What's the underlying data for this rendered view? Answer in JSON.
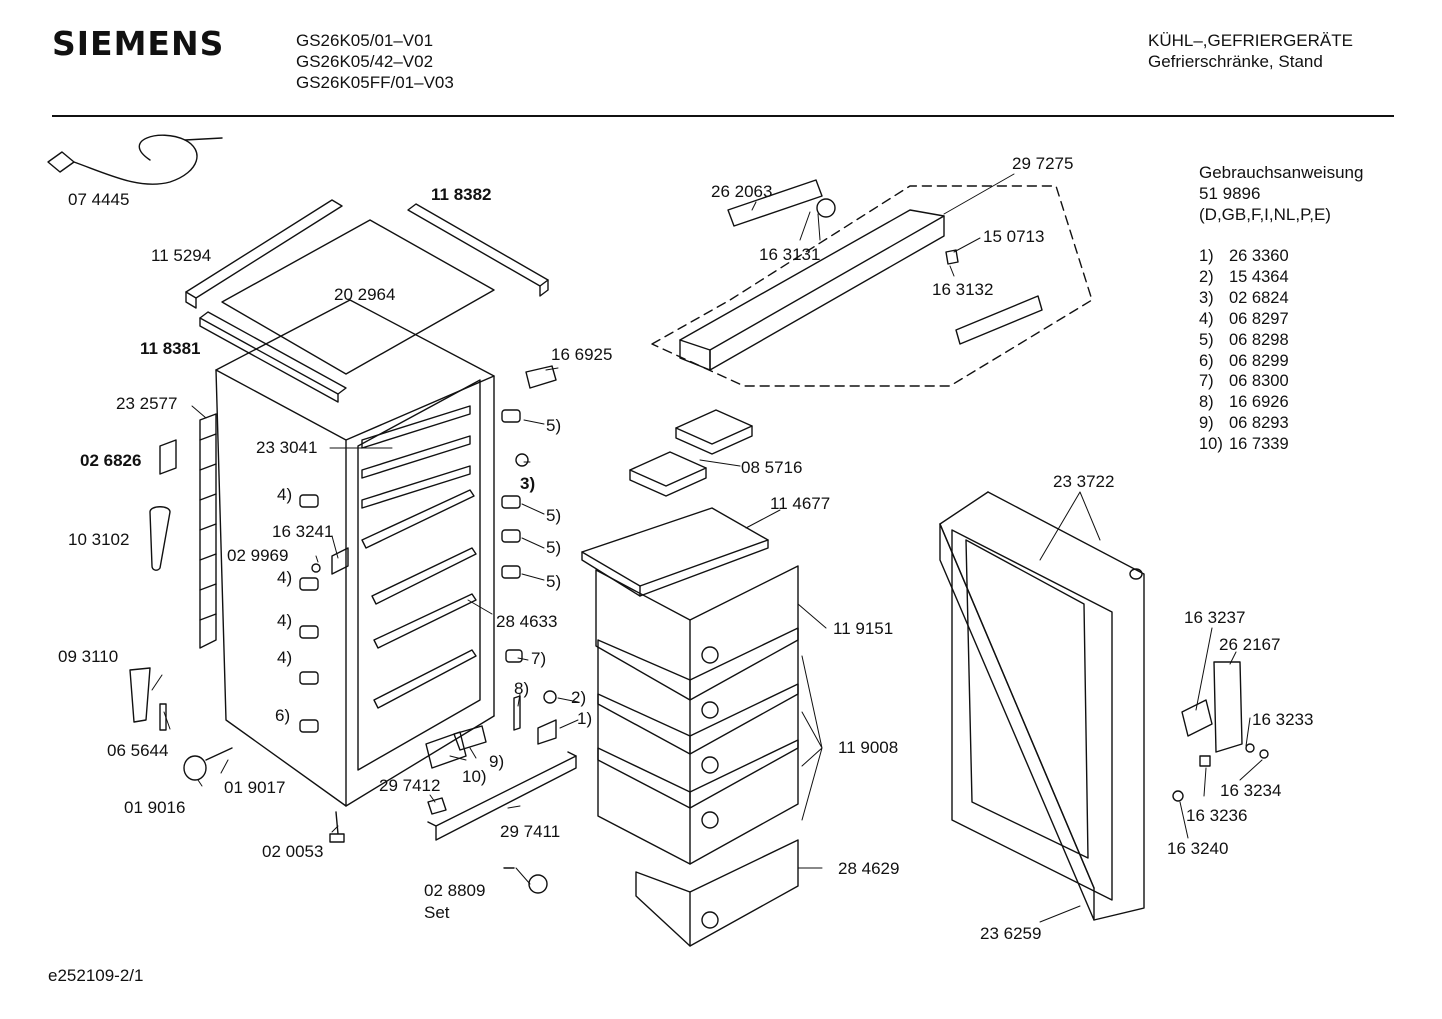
{
  "header": {
    "brand": "SIEMENS",
    "models": [
      "GS26K05/01–V01",
      "GS26K05/42–V02",
      "GS26K05FF/01–V03"
    ],
    "category": [
      "KÜHL–,GEFRIERGERÄTE",
      "Gefrierschränke, Stand"
    ]
  },
  "manual": {
    "title": "Gebrauchsanweisung",
    "number": "51 9896",
    "languages": "(D,GB,F,I,NL,P,E)"
  },
  "references": [
    {
      "key": "1)",
      "part": "26 3360"
    },
    {
      "key": "2)",
      "part": "15 4364"
    },
    {
      "key": "3)",
      "part": "02 6824"
    },
    {
      "key": "4)",
      "part": "06 8297"
    },
    {
      "key": "5)",
      "part": "06 8298"
    },
    {
      "key": "6)",
      "part": "06 8299"
    },
    {
      "key": "7)",
      "part": "06 8300"
    },
    {
      "key": "8)",
      "part": "16 6926"
    },
    {
      "key": "9)",
      "part": "06 8293"
    },
    {
      "key": "10)",
      "part": "16 7339"
    }
  ],
  "labels": {
    "p074445": "07 4445",
    "p118382": "11 8382",
    "p115294": "11 5294",
    "p202964": "20 2964",
    "p118381": "11 8381",
    "p166925": "16 6925",
    "p232577": "23 2577",
    "p233041": "23 3041",
    "p026826": "02 6826",
    "p103102": "10 3102",
    "p163241": "16 3241",
    "p029969": "02 9969",
    "p093110": "09 3110",
    "p065644": "06 5644",
    "p019017": "01 9017",
    "p019016": "01 9016",
    "p020053": "02 0053",
    "p297412": "29 7412",
    "p297411": "29 7411",
    "p028809": "02 8809",
    "set": "Set",
    "p284633": "28 4633",
    "p262063": "26 2063",
    "p163131": "16 3131",
    "p297275": "29 7275",
    "p150713": "15 0713",
    "p163132": "16 3132",
    "p085716": "08 5716",
    "p114677": "11 4677",
    "p119151": "11 9151",
    "p119008": "11 9008",
    "p284629": "28 4629",
    "p233722": "23 3722",
    "p236259": "23 6259",
    "p163237": "16 3237",
    "p262167": "26 2167",
    "p163233": "16 3233",
    "p163234": "16 3234",
    "p163236": "16 3236",
    "p163240": "16 3240",
    "c1": "1)",
    "c2": "2)",
    "c3": "3)",
    "c4": "4)",
    "c5": "5)",
    "c6": "6)",
    "c7": "7)",
    "c8": "8)",
    "c9": "9)",
    "c10": "10)"
  },
  "footer": "e252109-2/1"
}
